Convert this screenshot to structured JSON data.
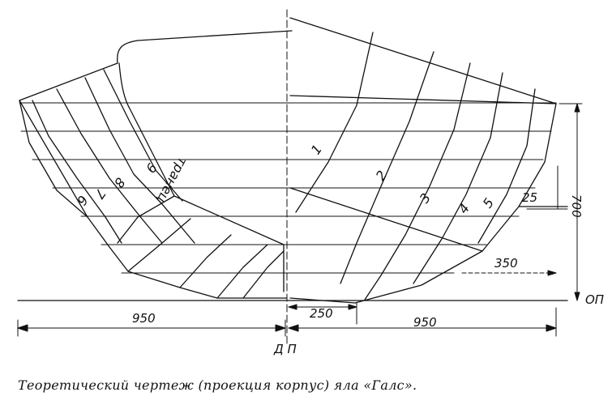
{
  "diagram": {
    "section_labels": [
      "1",
      "2",
      "3",
      "4",
      "5",
      "6",
      "7",
      "8",
      "9"
    ],
    "transom_label": "транец",
    "dimensions": {
      "left_half_width": "950",
      "right_half_width": "950",
      "keel_half_width": "250",
      "chine_offset": "350",
      "small_offset": "25",
      "height": "700"
    },
    "baseline_label": "ОП",
    "centerline_label": "Д П"
  },
  "caption": "Теоретический чертеж (проекция корпус) яла «Галс»."
}
